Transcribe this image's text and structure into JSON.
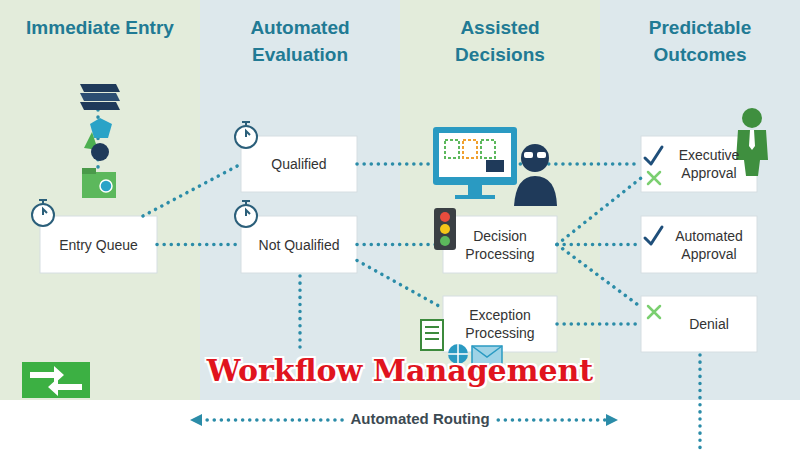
{
  "diagram": {
    "title": "Workflow Management",
    "nodes": [
      {
        "text": [
          "Immediate Entry"
        ]
      },
      {
        "text": [
          "Automated Evaluation"
        ]
      },
      {
        "text": [
          "Assisted Decisions"
        ]
      },
      {
        "text": [
          "Predictable Outcomes"
        ]
      },
      {
        "text": [
          "Entry Queue"
        ],
        "in": 0
      },
      {
        "text": [
          "Qualified"
        ],
        "in": 1
      },
      {
        "text": [
          "Not Qualified"
        ],
        "in": 1
      },
      {
        "text": [
          "Decision Processing"
        ],
        "in": 2
      },
      {
        "text": [
          "Exception Processing"
        ],
        "in": 2
      },
      {
        "text": [
          "Executive Approval"
        ],
        "in": 3
      },
      {
        "text": [
          "Automated Approval"
        ],
        "in": 3
      },
      {
        "text": [
          "Denial"
        ],
        "in": 3
      }
    ],
    "edges": [
      {
        "from": 4,
        "to": 5,
        "arrow": "none"
      },
      {
        "from": 4,
        "to": 6,
        "arrow": "none"
      },
      {
        "from": 5,
        "to": 9,
        "arrow": "none"
      },
      {
        "from": 6,
        "to": 7,
        "arrow": "none"
      },
      {
        "from": 6,
        "to": 8,
        "arrow": "none"
      },
      {
        "from": 7,
        "to": 9,
        "arrow": "none"
      },
      {
        "from": 7,
        "to": 10,
        "arrow": "none"
      },
      {
        "from": 7,
        "to": 11,
        "arrow": "none"
      },
      {
        "from": 8,
        "to": 11,
        "arrow": "none"
      }
    ],
    "labels": [
      "Automated Routing"
    ]
  }
}
